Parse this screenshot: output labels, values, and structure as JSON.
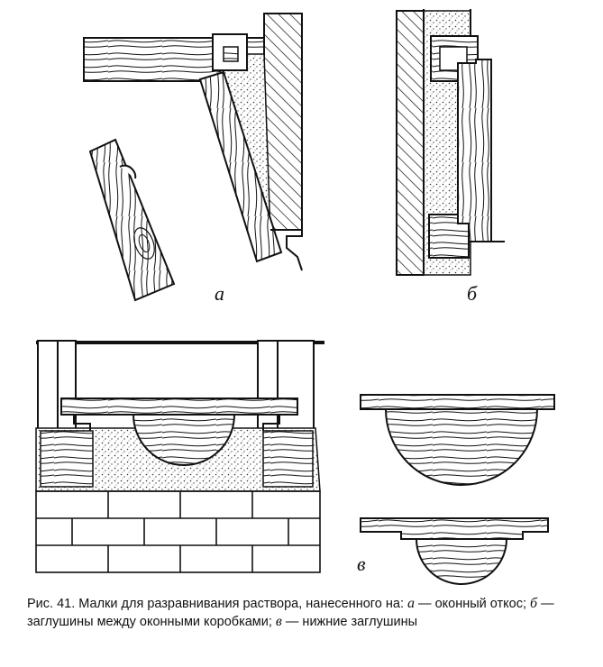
{
  "figure": {
    "labels": {
      "a": "а",
      "b": "б",
      "v": "в"
    }
  },
  "caption": {
    "number": "Рис. 41.",
    "text_1": " Малки для разравнивания раствора, нанесенного на: ",
    "letter_a": "а",
    "text_2": " — оконный откос; ",
    "letter_b": "б",
    "text_3": " — заглушины между оконными коробками; ",
    "letter_v": "в",
    "text_4": " — нижние заглушины"
  },
  "colors": {
    "ink": "#111111",
    "paper": "#ffffff"
  }
}
